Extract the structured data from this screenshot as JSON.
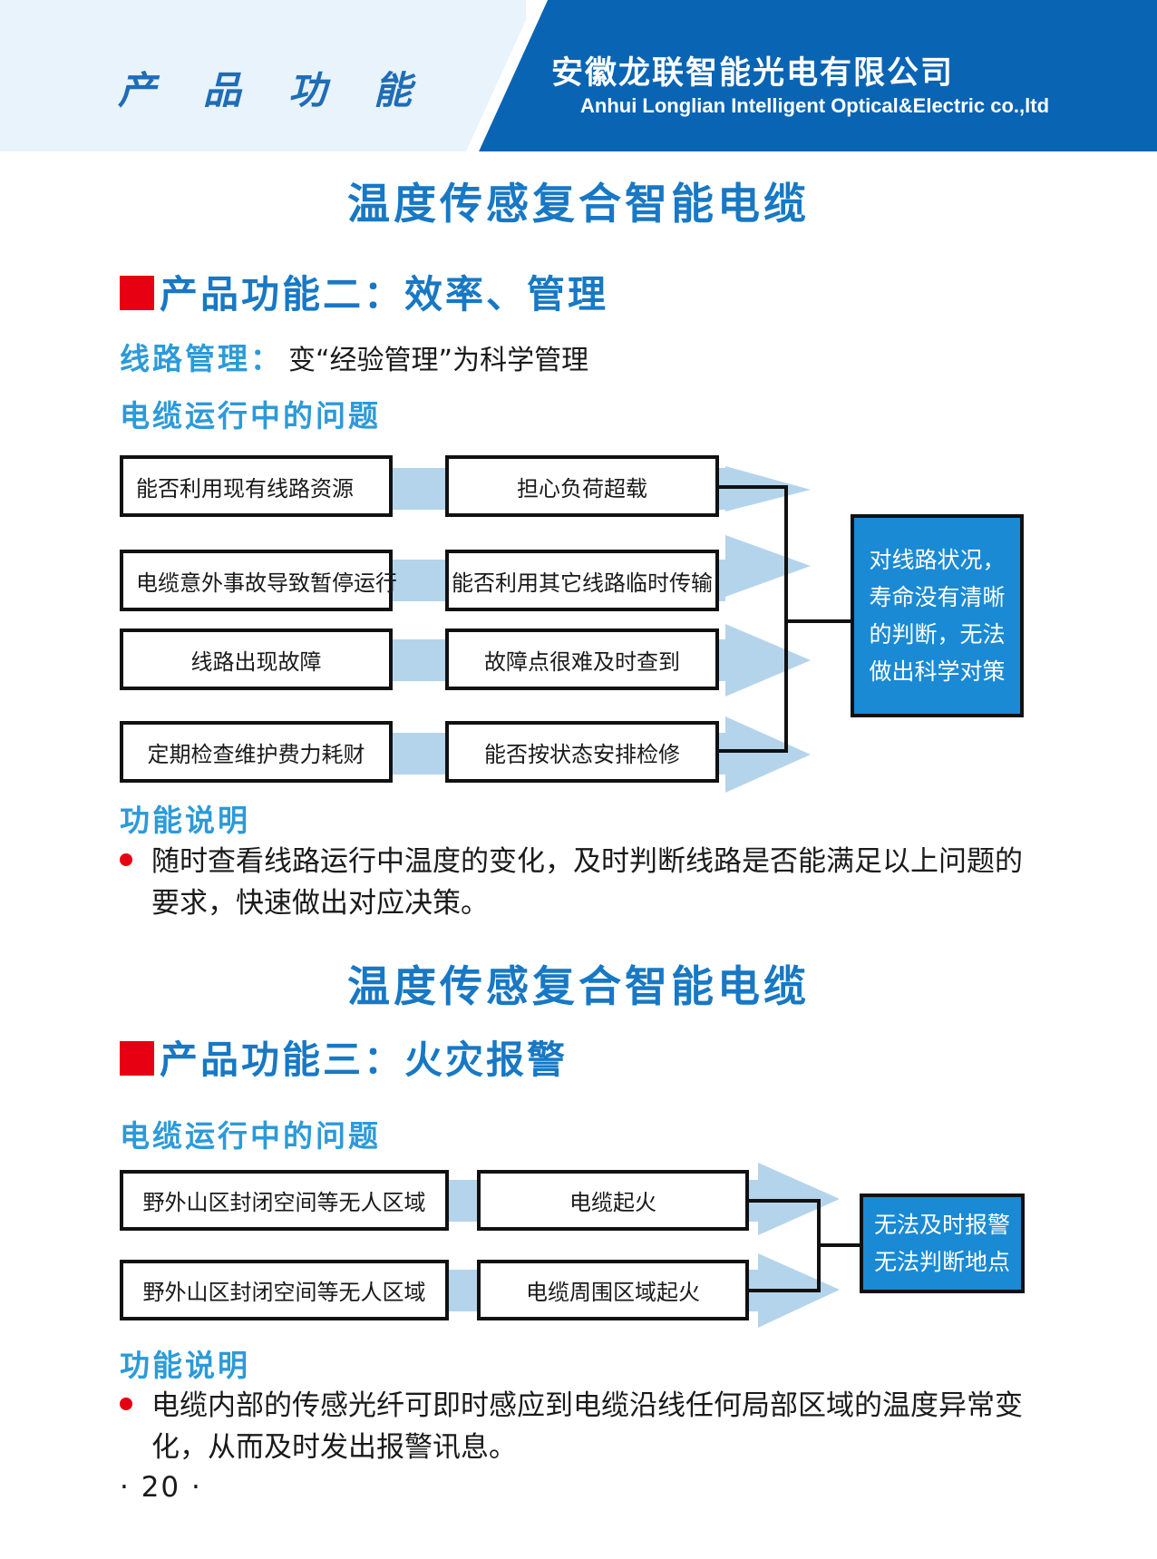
{
  "header": {
    "section_label": "产品功能",
    "company_cn": "安徽龙联智能光电有限公司",
    "company_en": "Anhui Longlian Intelligent Optical&Electric co.,ltd"
  },
  "section2": {
    "title": "温度传感复合智能电缆",
    "heading": "产品功能二：效率、管理",
    "line_mgmt_label": "线路管理：",
    "line_mgmt_desc": "变“经验管理”为科学管理",
    "problems_label": "电缆运行中的问题",
    "left_boxes": [
      "能否利用现有线路资源",
      "电缆意外事故导致暂停运行",
      "线路出现故障",
      "定期检查维护费力耗财"
    ],
    "mid_boxes": [
      "担心负荷超载",
      "能否利用其它线路临时传输",
      "故障点很难及时查到",
      "能否按状态安排检修"
    ],
    "result_lines": [
      "对线路状况，",
      "寿命没有清晰",
      "的判断，无法",
      "做出科学对策"
    ],
    "func_label": "功能说明",
    "bullet": "随时查看线路运行中温度的变化，及时判断线路是否能满足以上问题的要求，快速做出对应决策。"
  },
  "section3": {
    "title": "温度传感复合智能电缆",
    "heading": "产品功能三：火灾报警",
    "problems_label": "电缆运行中的问题",
    "left_boxes": [
      "野外山区封闭空间等无人区域",
      "野外山区封闭空间等无人区域"
    ],
    "mid_boxes": [
      "电缆起火",
      "电缆周围区域起火"
    ],
    "result_lines": [
      "无法及时报警",
      "无法判断地点"
    ],
    "func_label": "功能说明",
    "bullet": "电缆内部的传感光纤可即时感应到电缆沿线任何局部区域的温度异常变化，从而及时发出报警讯息。"
  },
  "footer": {
    "page_number": "· 20 ·"
  },
  "colors": {
    "brand_blue": "#0a64b4",
    "accent_blue": "#1878c4",
    "result_fill": "#1a8ad4",
    "bullet_red": "#e60012"
  }
}
